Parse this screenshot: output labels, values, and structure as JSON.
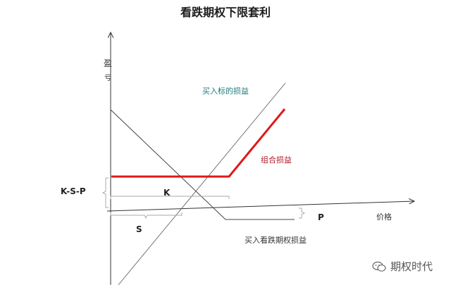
{
  "title": "看跌期权下限套利",
  "y_axis_label_top": "盈",
  "y_axis_label_bottom": "亏",
  "x_axis_label": "价格",
  "stock_line_label": "买入标的损益",
  "combo_line_label": "组合损益",
  "put_line_label": "买入看跌期权损益",
  "marker_ksp": "K-S-P",
  "marker_k": "K",
  "marker_s": "S",
  "marker_p": "P",
  "watermark_text": "期权时代",
  "watermark_icon": "wechat-icon",
  "colors": {
    "combo_line": "#e01818",
    "stock_label": "#1f7a7a",
    "combo_label": "#b0192b",
    "axis": "#333333",
    "thin_lines": "#555555",
    "brackets": "#aaaaaa"
  }
}
